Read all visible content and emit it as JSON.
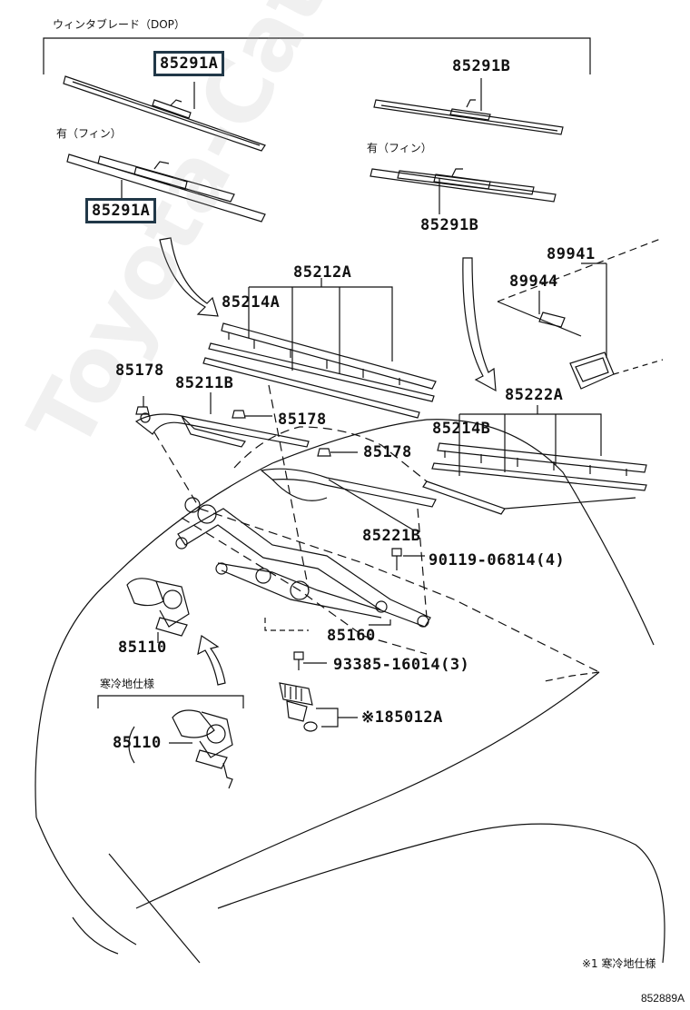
{
  "header": {
    "title": "ウィンタブレード（DOP）"
  },
  "labels": {
    "fin_left": "有（フィン）",
    "fin_right": "有（フィン）",
    "cold_spec": "寒冷地仕様",
    "footnote": "※1 寒冷地仕様",
    "diagram_code": "852889A",
    "watermark": "Toyota-Catalog.ru"
  },
  "parts": {
    "p85291A_top": "85291A",
    "p85291B_top": "85291B",
    "p85291A_fin": "85291A",
    "p85291B_fin": "85291B",
    "p89941": "89941",
    "p89944": "89944",
    "p85212A": "85212A",
    "p85214A": "85214A",
    "p85178_a": "85178",
    "p85211B": "85211B",
    "p85178_b": "85178",
    "p85178_c": "85178",
    "p85222A": "85222A",
    "p85214B": "85214B",
    "p85221B": "85221B",
    "p90119": "90119-06814(4)",
    "p85110_a": "85110",
    "p85160": "85160",
    "p93385": "93385-16014(3)",
    "p85012A": "※185012A",
    "p85110_b": "85110"
  },
  "colors": {
    "line": "#111111",
    "highlight_border": "#213848"
  }
}
